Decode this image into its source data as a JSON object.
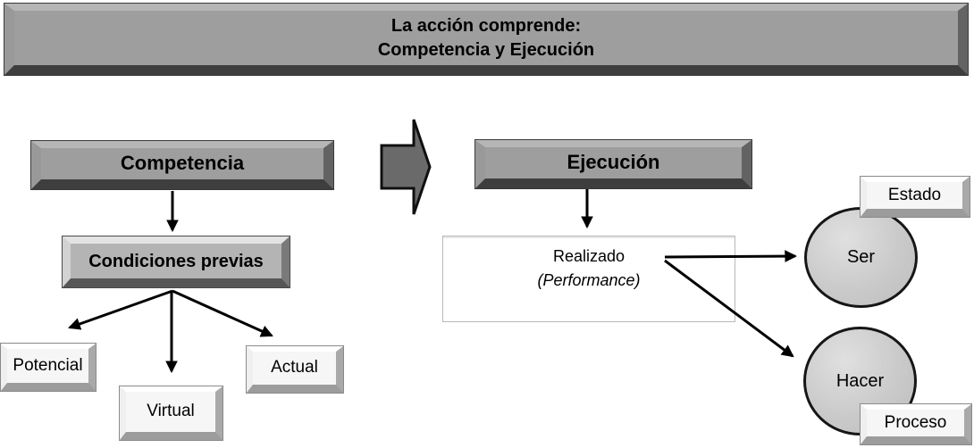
{
  "banner": {
    "line1": "La acción comprende:",
    "line2": "Competencia y Ejecución"
  },
  "competencia": {
    "title": "Competencia",
    "sub": "Condiciones previas",
    "leaves": [
      "Potencial",
      "Virtual",
      "Actual"
    ]
  },
  "ejecucion": {
    "title": "Ejecución",
    "realizado": {
      "line1": "Realizado",
      "line2": "(Performance)"
    },
    "nodes": [
      {
        "label": "Ser",
        "tag": "Estado"
      },
      {
        "label": "Hacer",
        "tag": "Proceso"
      }
    ]
  },
  "icons": {
    "flow_arrow": "block-right-arrow"
  },
  "colors": {
    "background": "#ffffff",
    "bar_fill": "#9e9e9e",
    "bar_bevel_dark": "#3e3e3e",
    "sub_fill": "#b4b4b4",
    "leaf_fill": "#f6f6f6",
    "circle_fill": "#c9c9c9",
    "block_arrow_fill": "#6a6a6a",
    "arrow": "#000000",
    "text": "#000000"
  }
}
